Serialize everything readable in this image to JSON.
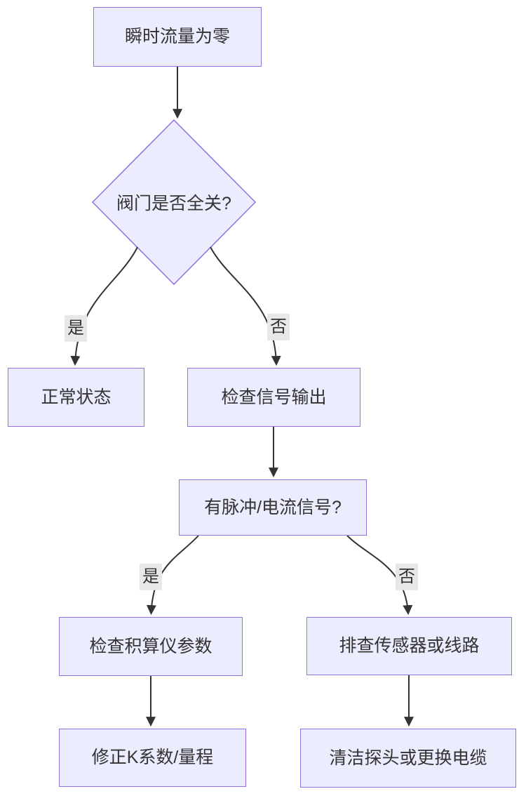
{
  "diagram": {
    "type": "flowchart",
    "direction": "top-down",
    "nodes": [
      {
        "id": "start",
        "shape": "rect",
        "label": "瞬时流量为零"
      },
      {
        "id": "valve-question",
        "shape": "diamond",
        "label": "阀门是否全关?"
      },
      {
        "id": "normal-state",
        "shape": "rect",
        "label": "正常状态"
      },
      {
        "id": "check-signal",
        "shape": "rect",
        "label": "检查信号输出"
      },
      {
        "id": "pulse-question",
        "shape": "rect",
        "label": "有脉冲/电流信号?"
      },
      {
        "id": "check-totalizer",
        "shape": "rect",
        "label": "检查积算仪参数"
      },
      {
        "id": "check-sensor",
        "shape": "rect",
        "label": "排查传感器或线路"
      },
      {
        "id": "fix-k-factor",
        "shape": "rect",
        "label": "修正K系数/量程"
      },
      {
        "id": "clean-probe",
        "shape": "rect",
        "label": "清洁探头或更换电缆"
      }
    ],
    "edges": [
      {
        "from": "start",
        "to": "valve-question",
        "label": ""
      },
      {
        "from": "valve-question",
        "to": "normal-state",
        "label": "是"
      },
      {
        "from": "valve-question",
        "to": "check-signal",
        "label": "否"
      },
      {
        "from": "check-signal",
        "to": "pulse-question",
        "label": ""
      },
      {
        "from": "pulse-question",
        "to": "check-totalizer",
        "label": "是"
      },
      {
        "from": "pulse-question",
        "to": "check-sensor",
        "label": "否"
      },
      {
        "from": "check-totalizer",
        "to": "fix-k-factor",
        "label": ""
      },
      {
        "from": "check-sensor",
        "to": "clean-probe",
        "label": ""
      }
    ],
    "colors": {
      "node_fill": "#ECECFF",
      "node_border": "#9370DB",
      "edge_stroke": "#333333",
      "edge_label_bg": "#e8e8e8",
      "text": "#333333",
      "background": "#ffffff"
    }
  }
}
